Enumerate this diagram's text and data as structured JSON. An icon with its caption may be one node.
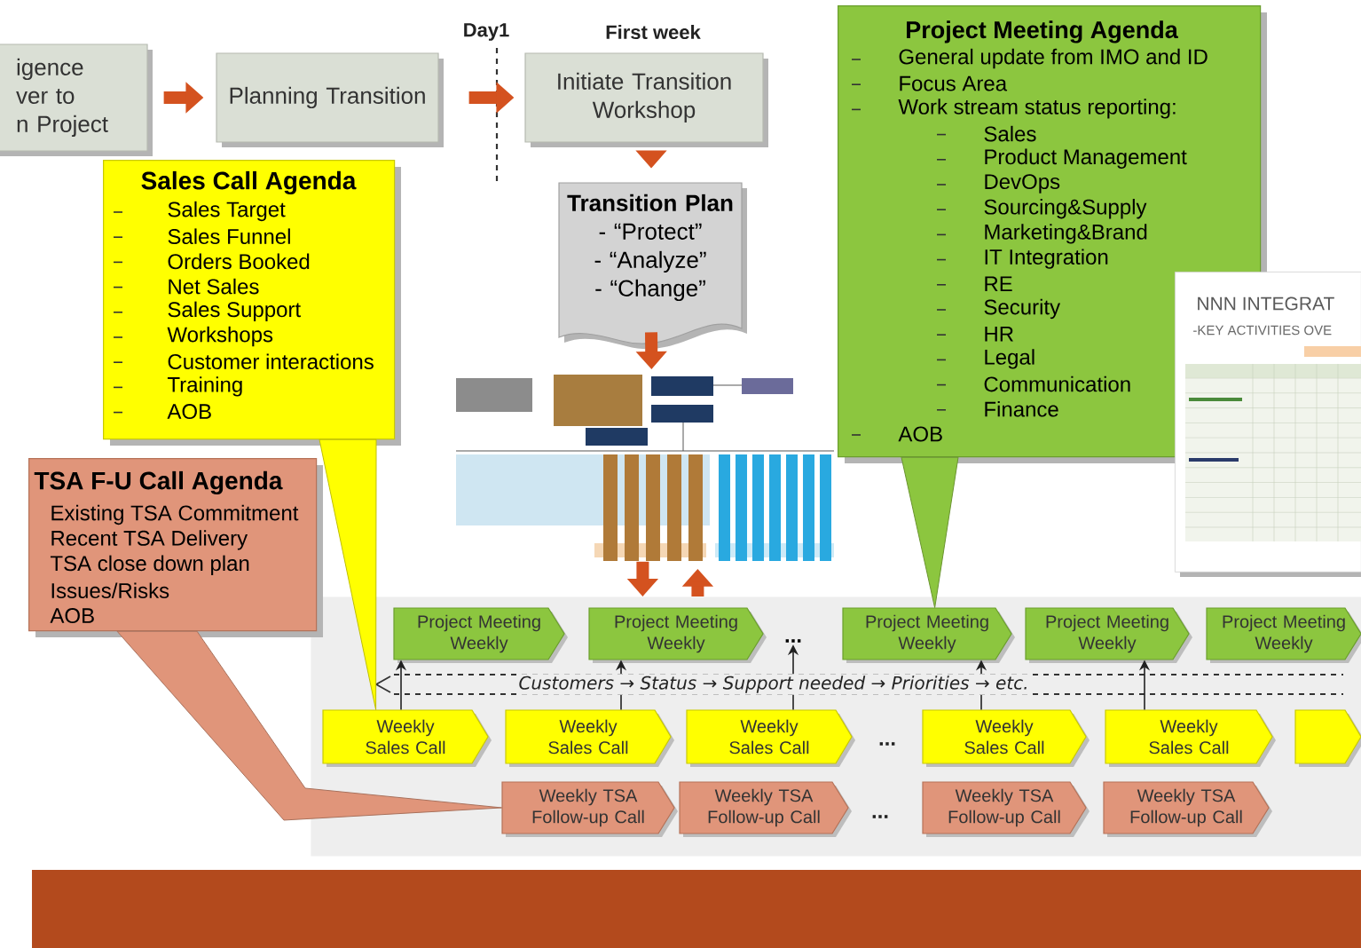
{
  "diagram": {
    "nodes": [
      {
        "text": [
          "igence",
          "ver to",
          "n Project"
        ]
      },
      {
        "text": [
          "Planning Transition"
        ]
      },
      {
        "text": [
          "Initiate Transition Workshop"
        ]
      },
      {
        "text": [
          "Transition Plan",
          "- “Protect”",
          "- “Analyze”",
          "- “Change”"
        ]
      },
      {
        "text": [
          "Sales Call Agenda",
          "Sales Target",
          "Sales Funnel",
          "Orders Booked",
          "Net Sales",
          "Sales Support",
          "Workshops",
          "Customer interactions",
          "Training",
          "AOB"
        ]
      },
      {
        "text": [
          "Project Meeting Agenda",
          "General update from IMO and ID",
          "Focus Area",
          "Work stream status reporting:",
          "Sales",
          "Product Management",
          "DevOps",
          "Sourcing&Supply",
          "Marketing&Brand",
          "IT Integration",
          "RE",
          "Security",
          "HR",
          "Legal",
          "Communication",
          "Finance",
          "AOB"
        ]
      },
      {
        "text": [
          "NNN INTEGRAT",
          "-KEY ACTIVITIES OVE"
        ]
      },
      {
        "text": [],
        "shape": "picture"
      },
      {
        "text": [
          "TSA F-U Call Agenda",
          "Existing TSA Commitment",
          "Recent TSA Delivery",
          "TSA close down plan",
          "Issues/Risks",
          "AOB"
        ]
      },
      {
        "text": [],
        "shape": "box"
      },
      {
        "text": [
          "Project Meeting Weekly"
        ],
        "in": 9
      },
      {
        "text": [
          "Project Meeting Weekly"
        ],
        "in": 9
      },
      {
        "text": [
          "..."
        ],
        "in": 9
      },
      {
        "text": [
          "Project Meeting Weekly"
        ],
        "in": 9
      },
      {
        "text": [
          "Project Meeting Weekly"
        ],
        "in": 9
      },
      {
        "text": [
          "Project Meeting Weekly"
        ],
        "in": 9
      },
      {
        "text": [
          "Weekly Sales Call"
        ],
        "in": 9
      },
      {
        "text": [
          "Weekly Sales Call"
        ],
        "in": 9
      },
      {
        "text": [
          "Weekly Sales Call"
        ],
        "in": 9
      },
      {
        "text": [
          "Weekly Sales Call"
        ],
        "in": 9
      },
      {
        "text": [
          "Weekly Sales Call"
        ],
        "in": 9
      },
      {
        "text": [],
        "shape": "chevron",
        "in": 9
      },
      {
        "text": [
          "Weekly TSA Follow-up Call"
        ],
        "in": 9
      },
      {
        "text": [
          "Weekly TSA Follow-up Call"
        ],
        "in": 9
      },
      {
        "text": [
          "Weekly TSA Follow-up Call"
        ],
        "in": 9
      },
      {
        "text": [
          "Weekly TSA Follow-up Call"
        ],
        "in": 9
      }
    ],
    "edges": [
      {
        "from": 0,
        "to": 1,
        "arrow": "to",
        "style": "thick",
        "color": "#d4521f"
      },
      {
        "from": 1,
        "to": 2,
        "arrow": "to",
        "style": "thick",
        "color": "#d4521f"
      },
      {
        "from": 2,
        "to": 3,
        "arrow": "to",
        "style": "thick",
        "color": "#d4521f"
      },
      {
        "from": 3,
        "to": 7,
        "arrow": "to",
        "style": "thick",
        "color": "#d4521f"
      },
      {
        "from": 7,
        "to": 9,
        "arrow": "to",
        "style": "thick",
        "color": "#d4521f"
      },
      {
        "from": 9,
        "to": 7,
        "arrow": "to",
        "style": "thick",
        "color": "#d4521f"
      },
      {
        "from": 4,
        "to": 16,
        "arrow": "none",
        "color": "#ffff00"
      },
      {
        "from": 5,
        "to": 13,
        "arrow": "none",
        "color": "#8cc63f"
      },
      {
        "from": 8,
        "to": 22,
        "arrow": "none",
        "color": "#e0957a"
      },
      {
        "from": 16,
        "to": 10,
        "arrow": "to",
        "color": "#222222"
      },
      {
        "from": 17,
        "to": 11,
        "arrow": "to",
        "color": "#222222"
      },
      {
        "from": 18,
        "to": 12,
        "arrow": "to",
        "color": "#222222"
      },
      {
        "from": 19,
        "to": 13,
        "arrow": "to",
        "color": "#222222"
      },
      {
        "from": 20,
        "to": 14,
        "arrow": "to",
        "color": "#222222"
      }
    ],
    "labels": [
      "Day1",
      "First week",
      "Customers → Status → Support needed → Priorities → etc.",
      "...",
      "..."
    ]
  }
}
